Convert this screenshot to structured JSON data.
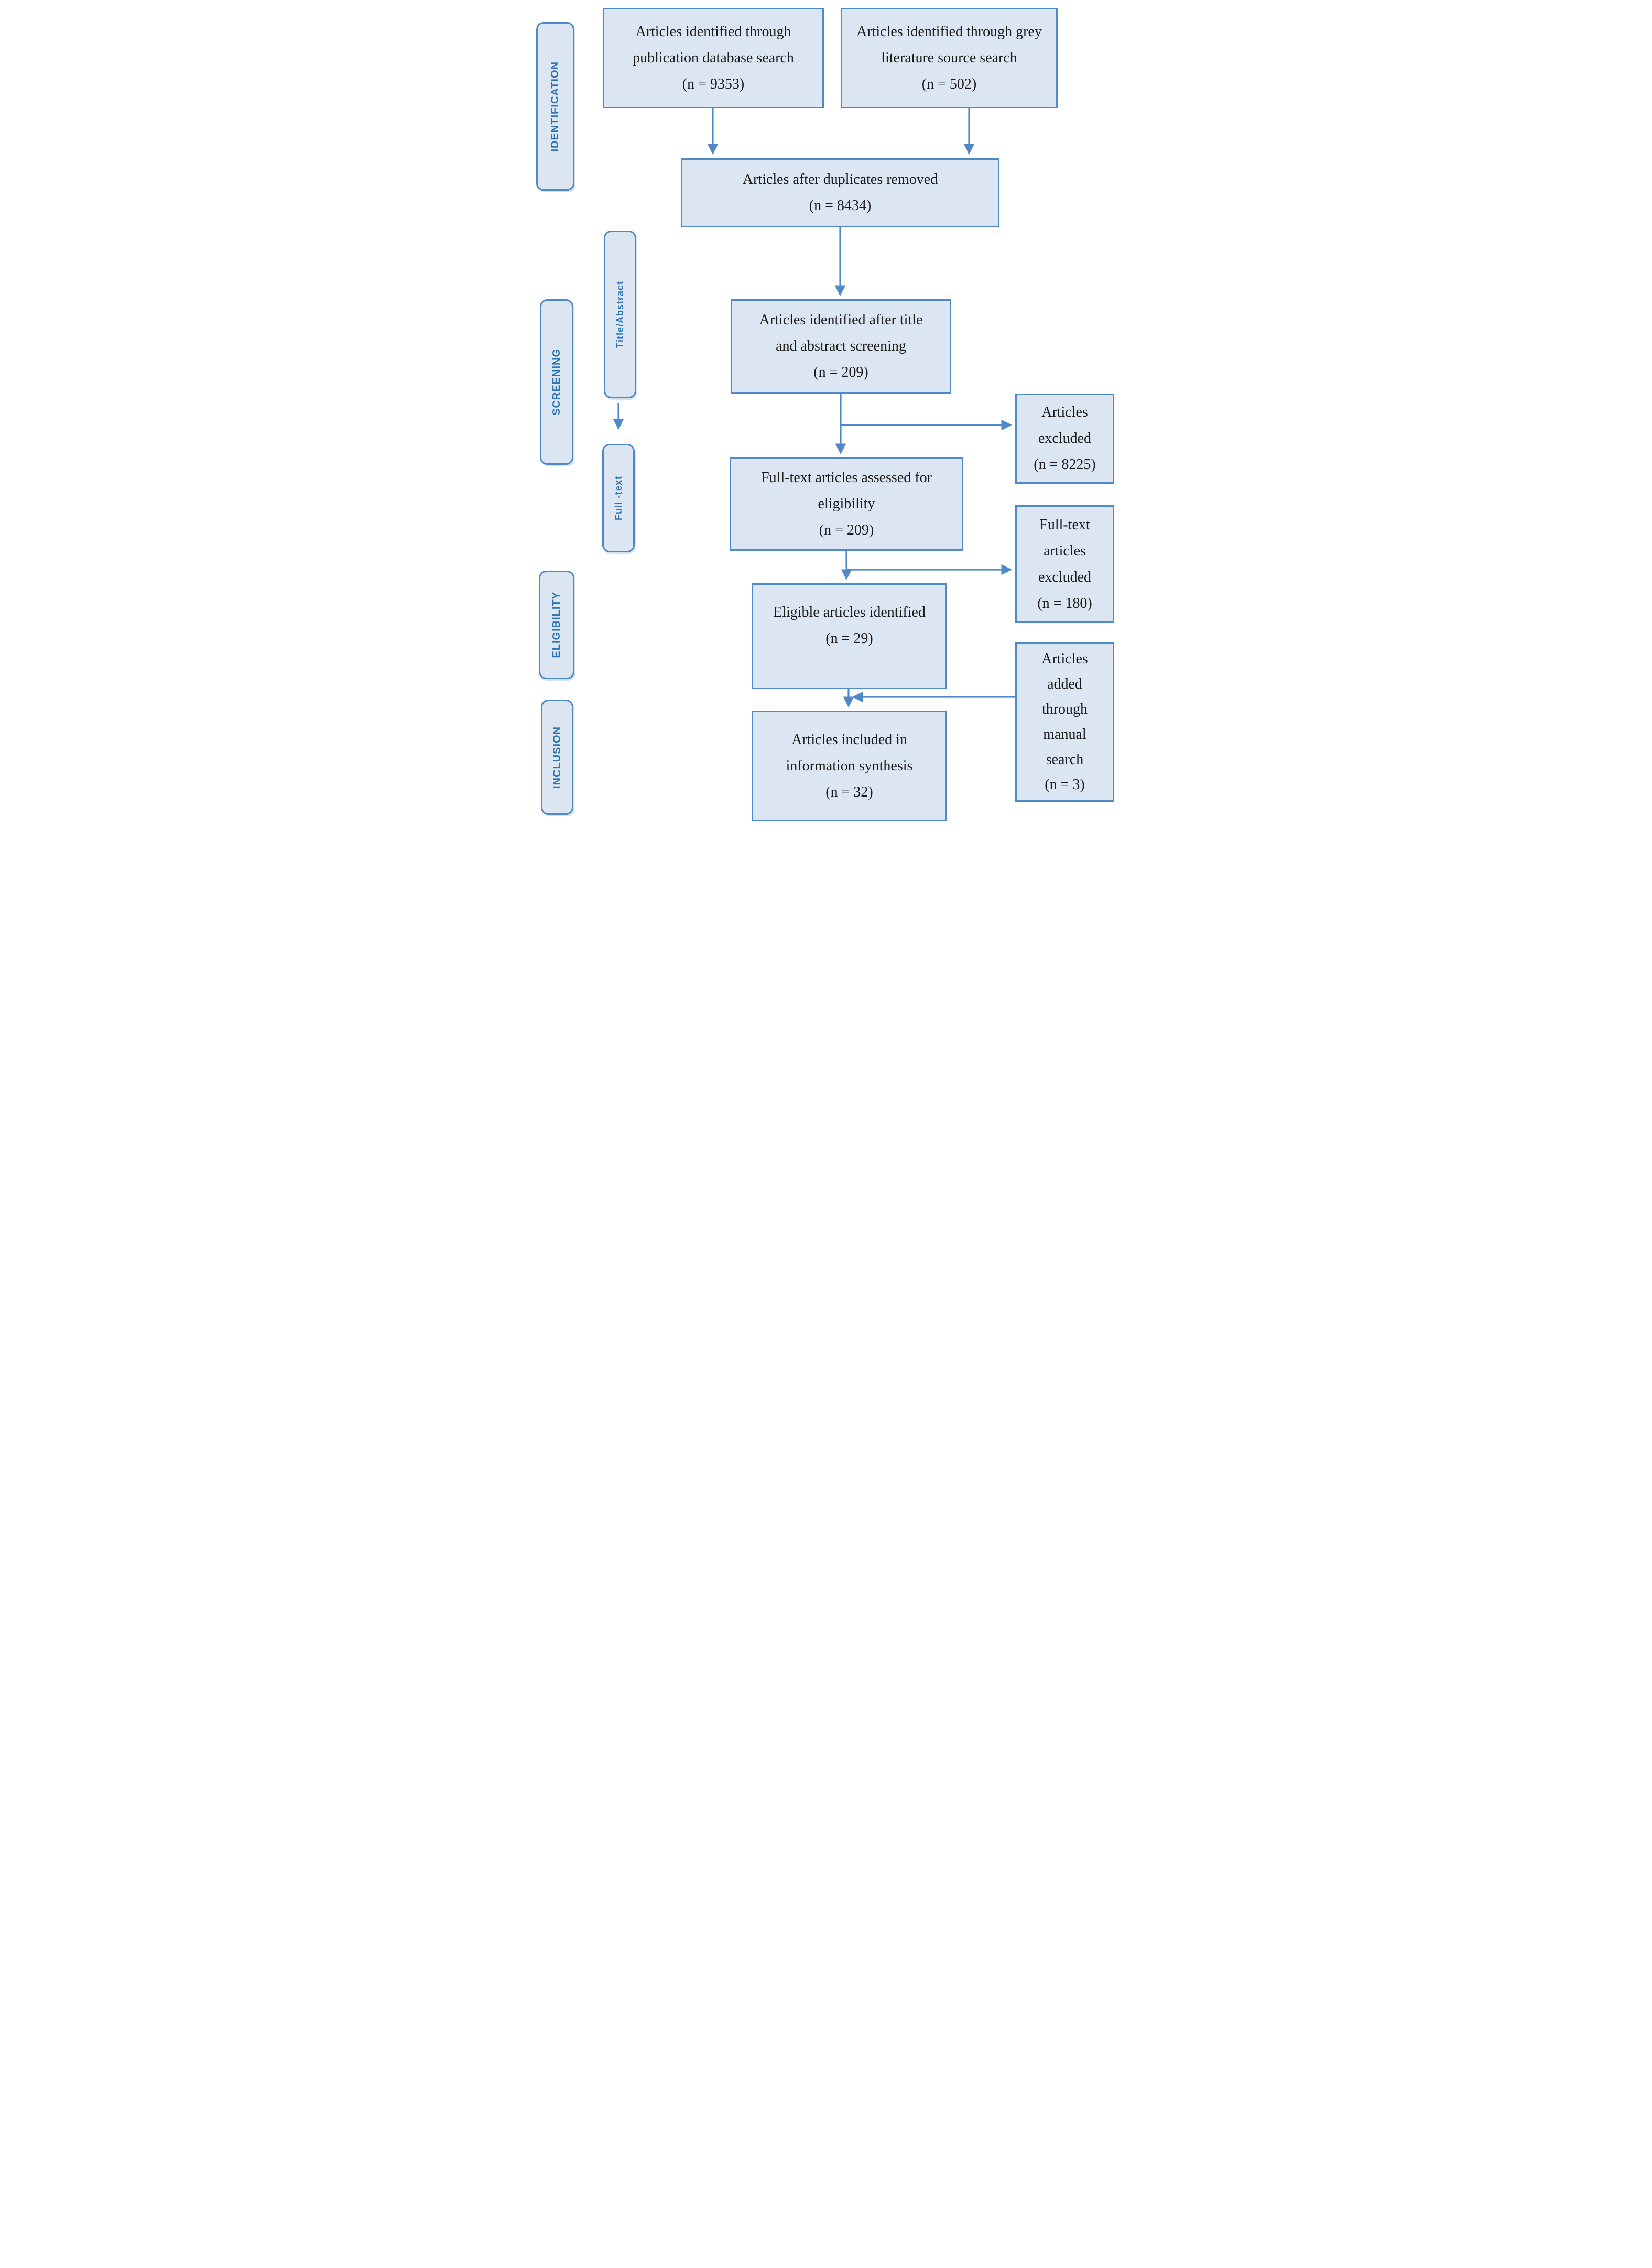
{
  "title": "PRISMA article selection flow diagram",
  "colors": {
    "box_fill": "#dce6f2",
    "box_border": "#4e8ac8",
    "arrow": "#4e8ac8",
    "stage_text": "#2e74b5",
    "body_text": "#1a1a1a"
  },
  "stages": {
    "identification": "IDENTIFICATION",
    "screening": "SCREENING",
    "eligibility": "ELIGIBILITY",
    "inclusion": "INCLUSION"
  },
  "subtabs": {
    "title_abstract": "Title/Abstract",
    "full_text": "Full -text"
  },
  "boxes": {
    "database_search": {
      "lines": [
        "Articles identified through",
        "publication database search",
        "(n = 9353)"
      ],
      "n": 9353
    },
    "grey_literature": {
      "lines": [
        "Articles identified through grey",
        "literature source search",
        "(n = 502)"
      ],
      "n": 502
    },
    "duplicates_removed": {
      "lines": [
        "Articles after duplicates removed",
        "(n = 8434)"
      ],
      "n": 8434
    },
    "title_abstract_screening": {
      "lines": [
        "Articles identified after title",
        "and abstract screening",
        "(n = 209)"
      ],
      "n": 209
    },
    "articles_excluded": {
      "lines": [
        "Articles",
        "excluded",
        "(n = 8225)"
      ],
      "n": 8225
    },
    "full_text_assessed": {
      "lines": [
        "Full-text articles assessed for",
        "eligibility",
        "(n = 209)"
      ],
      "n": 209
    },
    "full_text_excluded": {
      "lines": [
        "Full-text",
        "articles",
        "excluded",
        "(n = 180)"
      ],
      "n": 180
    },
    "eligible_identified": {
      "lines": [
        "Eligible articles identified",
        "(n = 29)"
      ],
      "n": 29
    },
    "manual_search_added": {
      "lines": [
        "Articles",
        "added",
        "through",
        "manual",
        "search",
        "(n = 3)"
      ],
      "n": 3
    },
    "included_synthesis": {
      "lines": [
        "Articles included in",
        "information synthesis",
        "(n = 32)"
      ],
      "n": 32
    }
  }
}
